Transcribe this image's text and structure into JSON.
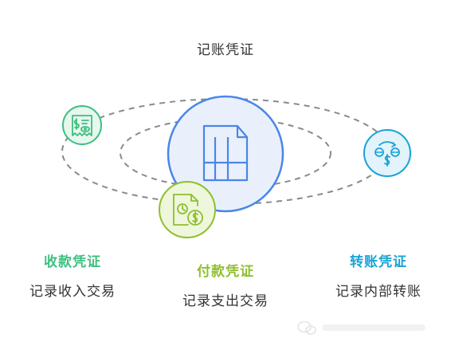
{
  "title": "记账凭证",
  "nodes": [
    {
      "heading": "收款凭证",
      "desc": "记录收入交易",
      "color": "#3dbf7f",
      "icon": "receipt-icon"
    },
    {
      "heading": "付款凭证",
      "desc": "记录支出交易",
      "color": "#8fbf2f",
      "icon": "payment-document-icon"
    },
    {
      "heading": "转账凭证",
      "desc": "记录内部转账",
      "color": "#1aa3d6",
      "icon": "transfer-people-icon"
    }
  ],
  "center": {
    "icon": "ledger-document-icon",
    "color": "#4a86e8"
  },
  "watermark": {
    "icon": "wechat-icon"
  }
}
